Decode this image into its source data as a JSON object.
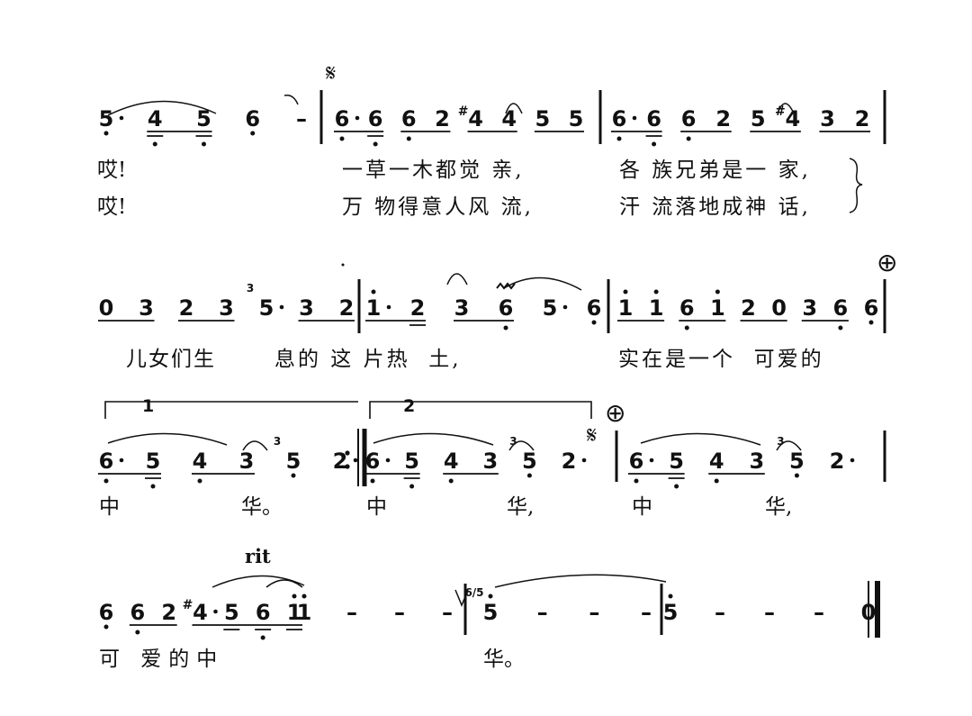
{
  "score": {
    "rows": [
      {
        "bars": [
          {
            "notes": [
              {
                "d": "5",
                "dot": "below",
                "aug": true
              },
              {
                "d": "4",
                "dot": "below",
                "u": 2,
                "g": "a"
              },
              {
                "d": "5",
                "dot": "below",
                "u": 2,
                "g": "a"
              },
              {
                "d": "6",
                "dot": "below"
              },
              {
                "d": "–"
              }
            ]
          },
          {
            "notes": [
              {
                "d": "6",
                "dot": "below",
                "aug": true,
                "u": 1,
                "g": "a"
              },
              {
                "d": "6",
                "dot": "below",
                "u": 2,
                "g": "a"
              },
              {
                "d": "6",
                "dot": "below",
                "u": 1,
                "g": "b"
              },
              {
                "d": "2",
                "u": 1,
                "g": "b"
              },
              {
                "d": "4",
                "acc": "#",
                "u": 1,
                "g": "c"
              },
              {
                "d": "4",
                "u": 1,
                "g": "c"
              },
              {
                "d": "5",
                "u": 1,
                "g": "d"
              },
              {
                "d": "5",
                "u": 1,
                "g": "d"
              }
            ]
          },
          {
            "notes": [
              {
                "d": "6",
                "dot": "below",
                "aug": true,
                "u": 1,
                "g": "a"
              },
              {
                "d": "6",
                "dot": "below",
                "u": 2,
                "g": "a"
              },
              {
                "d": "6",
                "dot": "below",
                "u": 1,
                "g": "b"
              },
              {
                "d": "2",
                "u": 1,
                "g": "b"
              },
              {
                "d": "5",
                "u": 1,
                "g": "c"
              },
              {
                "d": "4",
                "acc": "#",
                "u": 1,
                "g": "c"
              },
              {
                "d": "3",
                "u": 1,
                "g": "d"
              },
              {
                "d": "2",
                "u": 1,
                "g": "d"
              }
            ]
          }
        ]
      },
      {
        "bars": [
          {
            "notes": [
              {
                "d": "0",
                "u": 1,
                "g": "a"
              },
              {
                "d": "3",
                "u": 1,
                "g": "a"
              },
              {
                "d": "2",
                "u": 1,
                "g": "b"
              },
              {
                "d": "3",
                "u": 1,
                "g": "b"
              },
              {
                "d": "5",
                "aug": true,
                "grace": "3"
              },
              {
                "d": "3",
                "u": 1,
                "g": "c"
              },
              {
                "d": "2",
                "u": 1,
                "g": "c"
              }
            ]
          },
          {
            "notes": [
              {
                "d": "1",
                "dot": "above",
                "aug": true,
                "u": 1,
                "g": "a"
              },
              {
                "d": "2",
                "u": 2,
                "g": "a"
              },
              {
                "d": "3",
                "u": 1,
                "g": "b"
              },
              {
                "d": "6",
                "dot": "below",
                "u": 1,
                "g": "b",
                "orn": "tr"
              },
              {
                "d": "5",
                "aug": true
              },
              {
                "d": "6",
                "dot": "below"
              }
            ]
          },
          {
            "notes": [
              {
                "d": "1",
                "dot": "above",
                "u": 1,
                "g": "a"
              },
              {
                "d": "1",
                "dot": "above",
                "u": 1,
                "g": "a"
              },
              {
                "d": "6",
                "dot": "below",
                "u": 1,
                "g": "b"
              },
              {
                "d": "1",
                "dot": "above",
                "u": 1,
                "g": "b"
              },
              {
                "d": "2",
                "u": 1,
                "g": "c"
              },
              {
                "d": "0",
                "u": 1,
                "g": "c"
              },
              {
                "d": "3",
                "u": 1,
                "g": "d"
              },
              {
                "d": "6",
                "dot": "below",
                "u": 1,
                "g": "d"
              },
              {
                "d": "6",
                "dot": "below"
              }
            ]
          }
        ]
      },
      {
        "bars": [
          {
            "notes": [
              {
                "d": "6",
                "dot": "below",
                "aug": true,
                "u": 1,
                "g": "a"
              },
              {
                "d": "5",
                "dot": "below",
                "u": 2,
                "g": "a"
              },
              {
                "d": "4",
                "dot": "below",
                "u": 1,
                "g": "b"
              },
              {
                "d": "3",
                "u": 1,
                "g": "b"
              },
              {
                "d": "5",
                "dot": "below",
                "grace": "3"
              },
              {
                "d": "2",
                "aug": true
              }
            ]
          },
          {
            "notes": [
              {
                "d": "6",
                "dot": "below",
                "aug": true,
                "u": 1,
                "g": "a"
              },
              {
                "d": "5",
                "dot": "below",
                "u": 2,
                "g": "a"
              },
              {
                "d": "4",
                "dot": "below",
                "u": 1,
                "g": "b"
              },
              {
                "d": "3",
                "u": 1,
                "g": "b"
              },
              {
                "d": "5",
                "dot": "below",
                "grace": "3"
              },
              {
                "d": "2",
                "aug": true
              }
            ]
          },
          {
            "notes": [
              {
                "d": "6",
                "dot": "below",
                "aug": true,
                "u": 1,
                "g": "a"
              },
              {
                "d": "5",
                "dot": "below",
                "u": 2,
                "g": "a"
              },
              {
                "d": "4",
                "dot": "below",
                "u": 1,
                "g": "b"
              },
              {
                "d": "3",
                "u": 1,
                "g": "b"
              },
              {
                "d": "5",
                "dot": "below",
                "grace": "3"
              },
              {
                "d": "2",
                "aug": true
              }
            ]
          }
        ]
      },
      {
        "bars": [
          {
            "notes": [
              {
                "d": "6",
                "dot": "below"
              },
              {
                "d": "6",
                "dot": "below",
                "u": 1,
                "g": "a"
              },
              {
                "d": "2",
                "u": 1,
                "g": "a"
              },
              {
                "d": "4",
                "acc": "#",
                "aug": true,
                "u": 1,
                "g": "b"
              },
              {
                "d": "5",
                "u": 2,
                "g": "b"
              },
              {
                "d": "6",
                "dot": "below",
                "u": 2,
                "g": "b"
              },
              {
                "d": "1",
                "dot": "above",
                "u": 2,
                "g": "b"
              }
            ]
          },
          {
            "notes": [
              {
                "d": "1",
                "dot": "above"
              },
              {
                "d": "–"
              },
              {
                "d": "–"
              },
              {
                "d": "–"
              }
            ]
          },
          {
            "notes": [
              {
                "d": "5",
                "dot": "above",
                "grace": "6/5"
              },
              {
                "d": "–"
              },
              {
                "d": "–"
              },
              {
                "d": "–"
              }
            ]
          },
          {
            "notes": [
              {
                "d": "5",
                "dot": "above"
              },
              {
                "d": "–"
              },
              {
                "d": "–"
              },
              {
                "d": "–"
              },
              {
                "d": "0"
              }
            ]
          }
        ]
      }
    ],
    "marks": {
      "segno": "𝄋",
      "coda": "⊕",
      "volta1": "1",
      "volta2": "2",
      "rit": "rit"
    }
  },
  "lyrics": {
    "row1_line1": [
      "哎!",
      "一草一木都觉 亲,",
      "各 族兄弟是一 家,"
    ],
    "row1_line2": [
      "哎!",
      "万 物得意人风 流,",
      "汗 流落地成神 话,"
    ],
    "row2": [
      "儿女们生",
      "息的 这 片热  土,",
      "实在是一个  可爱的"
    ],
    "row3": [
      "中",
      "华。",
      "中",
      "华,",
      "中",
      "华,"
    ],
    "row4": [
      "可 爱的中",
      "华。"
    ]
  }
}
